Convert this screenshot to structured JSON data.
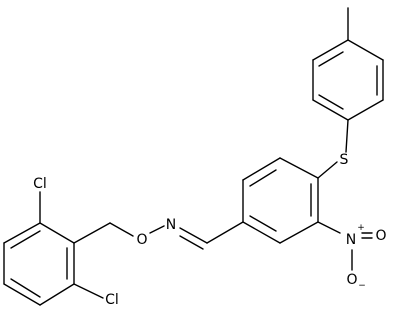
{
  "molecule": {
    "atoms": {
      "cl_top": "Cl",
      "cl_bottom": "Cl",
      "oxime_o": "O",
      "oxime_n": "N",
      "sulfur": "S",
      "nitro_n": "N",
      "nitro_n_charge": "+",
      "nitro_o": "O",
      "nitro_o_charge": "−"
    },
    "colors": {
      "bond": "#000000",
      "text": "#000000",
      "background": "#ffffff"
    }
  }
}
